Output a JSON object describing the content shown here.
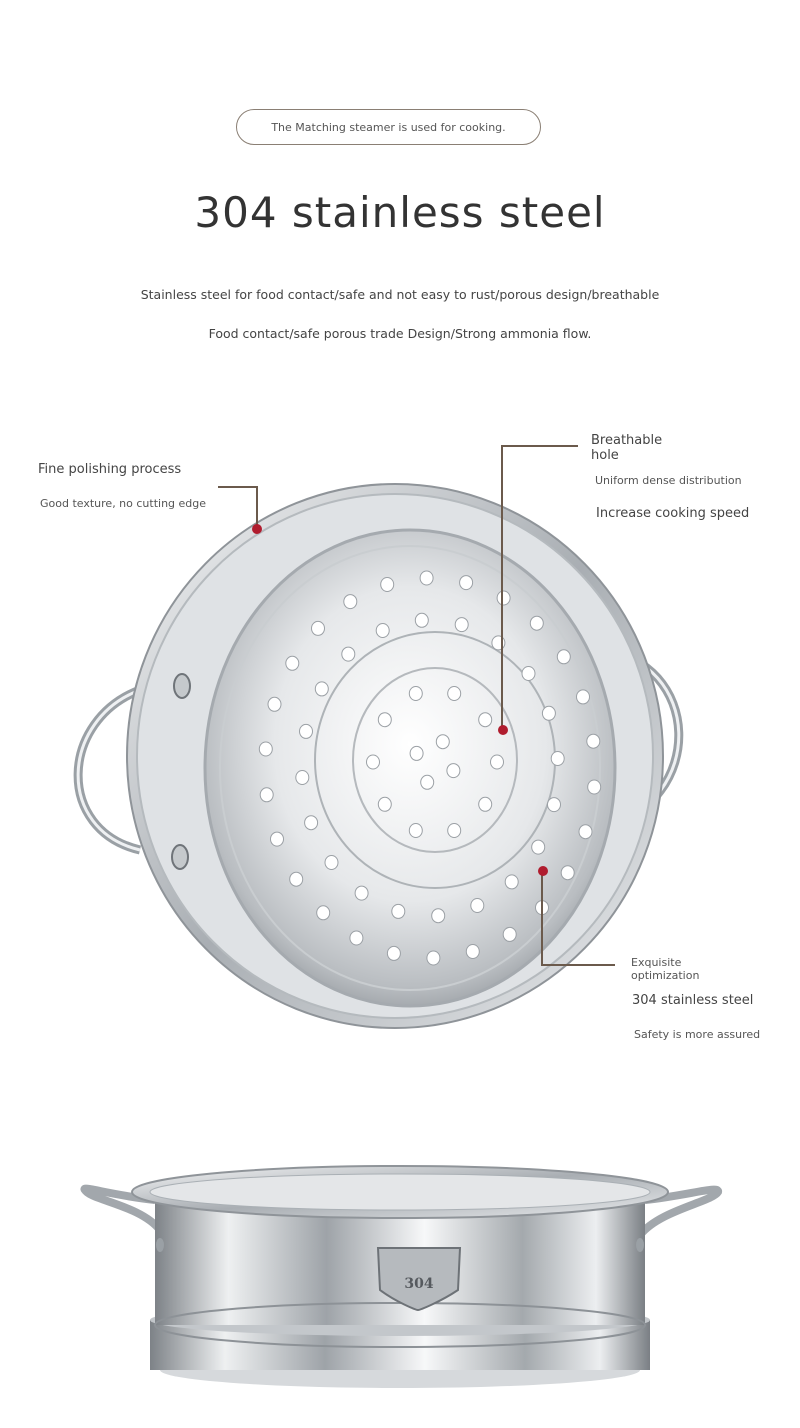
{
  "top_pill": {
    "text": "The Matching steamer is used for cooking."
  },
  "headline": "304 stainless steel",
  "subtitle_1": "Stainless steel for food contact/safe and not easy to rust/porous design/breathable",
  "subtitle_2": "Food contact/safe porous trade Design/Strong ammonia flow.",
  "callouts": {
    "polishing": {
      "title": "Fine polishing process",
      "detail": "Good texture, no cutting edge"
    },
    "breathable": {
      "title_line1": "Breathable",
      "title_line2": "hole",
      "detail1": "Uniform dense distribution",
      "detail2": "Increase cooking speed"
    },
    "optimization": {
      "title_line1": "Exquisite",
      "title_line2": "optimization",
      "detail1": "304 stainless steel",
      "detail2": "Safety is more assured"
    }
  },
  "emblem_text": "304",
  "colors": {
    "accent_dot": "#b01c2e",
    "leader_line": "#6b5a4c",
    "pill_border": "#8a7f74"
  }
}
